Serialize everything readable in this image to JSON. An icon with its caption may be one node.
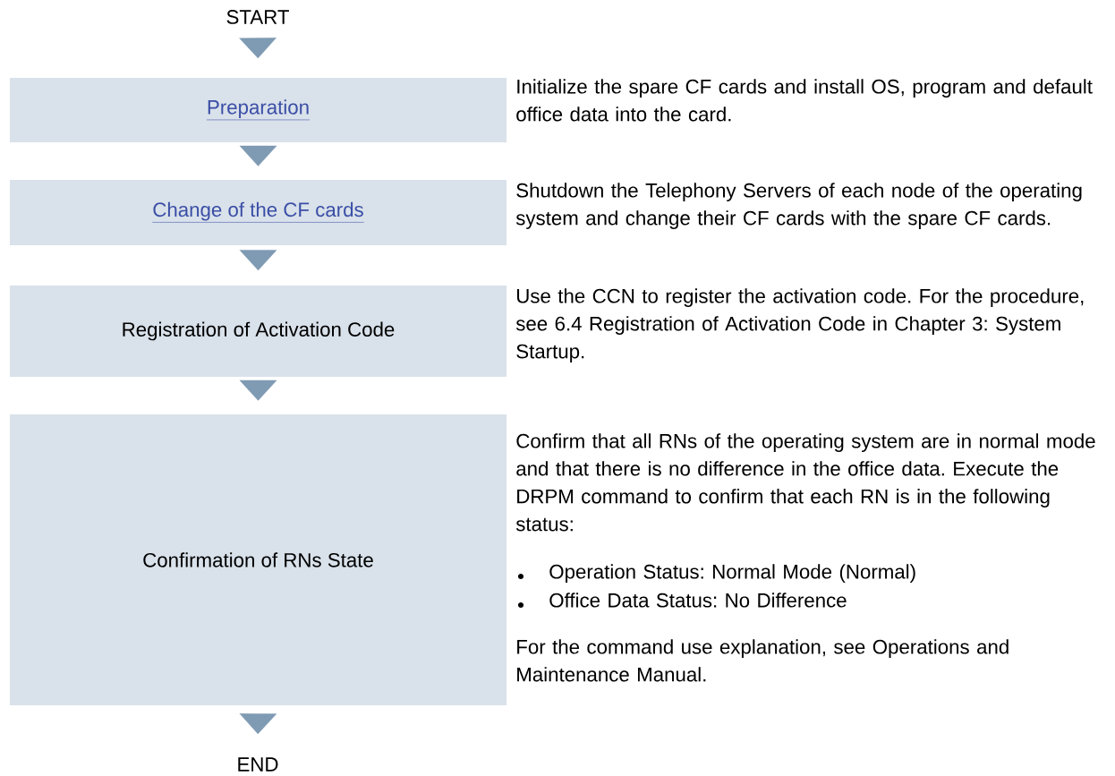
{
  "diagram": {
    "nodes": [
      {
        "text": [
          "START"
        ]
      },
      {
        "text": [
          "Preparation"
        ],
        "beside": [
          "Initialize the spare CF cards and install OS, program and default office data into the card."
        ]
      },
      {
        "text": [
          "Change of the CF cards"
        ],
        "beside": [
          "Shutdown the Telephony Servers of each node of the operating system and change their CF cards with the spare CF cards."
        ]
      },
      {
        "text": [
          "Registration of Activation Code"
        ],
        "beside": [
          "Use the CCN to register the activation code. For the procedure, see 6.4 Registration of Activation Code in Chapter 3: System Startup."
        ]
      },
      {
        "text": [
          "Confirmation of RNs State"
        ],
        "beside": [
          "Confirm that all RNs of the operating system are in normal mode and that there is no difference in the office data. Execute the DRPM command to confirm that each RN is in the following status:",
          "Operation Status: Normal Mode (Normal)",
          "Office Data Status: No Difference",
          "For the command use explanation, see Operations and Maintenance Manual."
        ]
      },
      {
        "text": [
          "END"
        ]
      }
    ],
    "edges": [
      {
        "from": 0,
        "to": 1,
        "arrow": "to"
      },
      {
        "from": 1,
        "to": 2,
        "arrow": "to"
      },
      {
        "from": 2,
        "to": 3,
        "arrow": "to"
      },
      {
        "from": 3,
        "to": 4,
        "arrow": "to"
      },
      {
        "from": 4,
        "to": 5,
        "arrow": "to"
      }
    ]
  }
}
